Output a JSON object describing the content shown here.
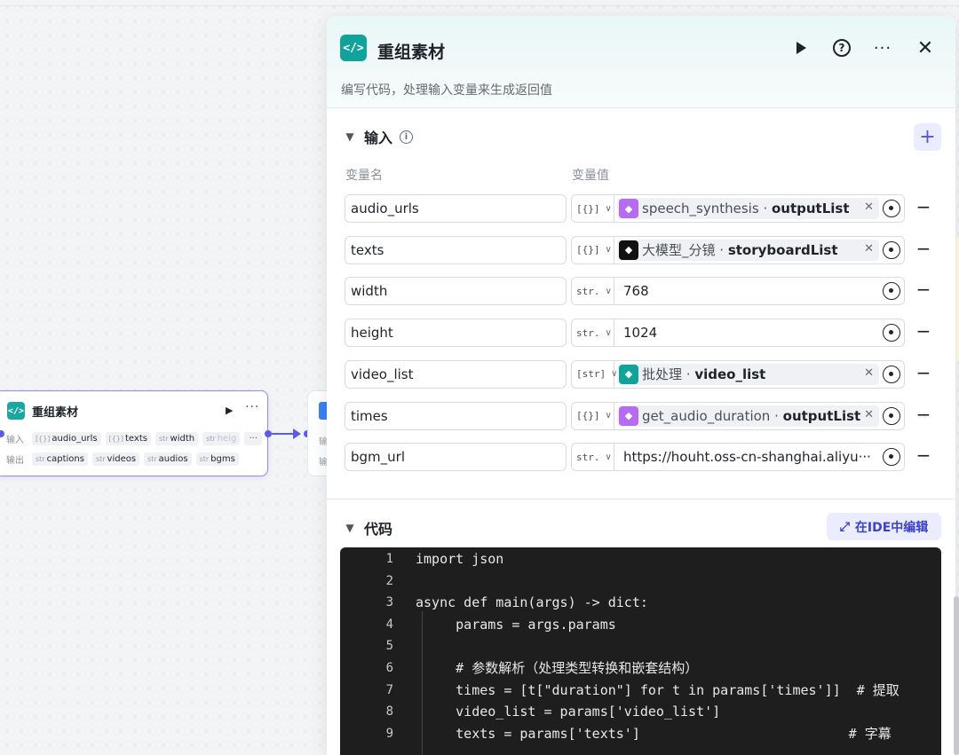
{
  "canvas_node": {
    "title": "重组素材",
    "input_label": "输入",
    "output_label": "输出",
    "inputs": [
      {
        "type": "[{}]",
        "name": "audio_urls"
      },
      {
        "type": "[{}]",
        "name": "texts"
      },
      {
        "type": "str",
        "name": "width"
      },
      {
        "type": "str",
        "name": "heig"
      }
    ],
    "inputs_more": "···",
    "outputs": [
      {
        "type": "str",
        "name": "captions"
      },
      {
        "type": "str",
        "name": "videos"
      },
      {
        "type": "str",
        "name": "audios"
      },
      {
        "type": "str",
        "name": "bgms"
      }
    ],
    "peek_labels": [
      "输",
      "输"
    ]
  },
  "panel": {
    "title": "重组素材",
    "description": "编写代码，处理输入变量来生成返回值",
    "icon": "code-brackets-icon",
    "input_section": {
      "title": "输入",
      "col_name": "变量名",
      "col_value": "变量值",
      "rows": [
        {
          "name": "audio_urls",
          "type": "[{}]",
          "kind": "ref",
          "ref_node": "speech_synthesis",
          "ref_field": "outputList",
          "icon_color": "#b56cf0"
        },
        {
          "name": "texts",
          "type": "[{}]",
          "kind": "ref",
          "ref_node": "大模型_分镜",
          "ref_field": "storyboardList",
          "icon_color": "#111111"
        },
        {
          "name": "width",
          "type": "str.",
          "kind": "literal",
          "value": "768"
        },
        {
          "name": "height",
          "type": "str.",
          "kind": "literal",
          "value": "1024"
        },
        {
          "name": "video_list",
          "type": "[str]",
          "kind": "ref",
          "ref_node": "批处理",
          "ref_field": "video_list",
          "icon_color": "#10a39b"
        },
        {
          "name": "times",
          "type": "[{}]",
          "kind": "ref",
          "ref_node": "get_audio_duration",
          "ref_field": "outputList",
          "icon_color": "#b56cf0"
        },
        {
          "name": "bgm_url",
          "type": "str.",
          "kind": "literal",
          "value": "https://houht.oss-cn-shanghai.aliyu···"
        }
      ]
    },
    "code_section": {
      "title": "代码",
      "ide_button": "在IDE中编辑",
      "lines": [
        {
          "n": "1",
          "text": "import json"
        },
        {
          "n": "2",
          "text": ""
        },
        {
          "n": "3",
          "text": "async def main(args) -> dict:"
        },
        {
          "n": "4",
          "text": "     params = args.params"
        },
        {
          "n": "5",
          "text": ""
        },
        {
          "n": "6",
          "text": "     # 参数解析（处理类型转换和嵌套结构）"
        },
        {
          "n": "7",
          "text": "     times = [t[\"duration\"] for t in params['times']]  # 提取"
        },
        {
          "n": "8",
          "text": "     video_list = params['video_list']"
        },
        {
          "n": "9",
          "text": "     texts = params['texts']                          # 字幕"
        }
      ]
    }
  }
}
